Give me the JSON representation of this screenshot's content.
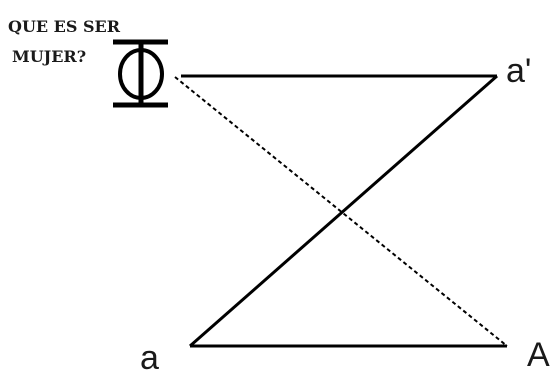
{
  "caption": {
    "line1": "QUE ES SER",
    "line2": "MUJER?"
  },
  "symbol": {
    "name": "phi-with-bars-symbol"
  },
  "labels": {
    "top_right": "a'",
    "bottom_left": "a",
    "bottom_right": "A"
  },
  "colors": {
    "ink": "#000000",
    "background": "#ffffff"
  }
}
